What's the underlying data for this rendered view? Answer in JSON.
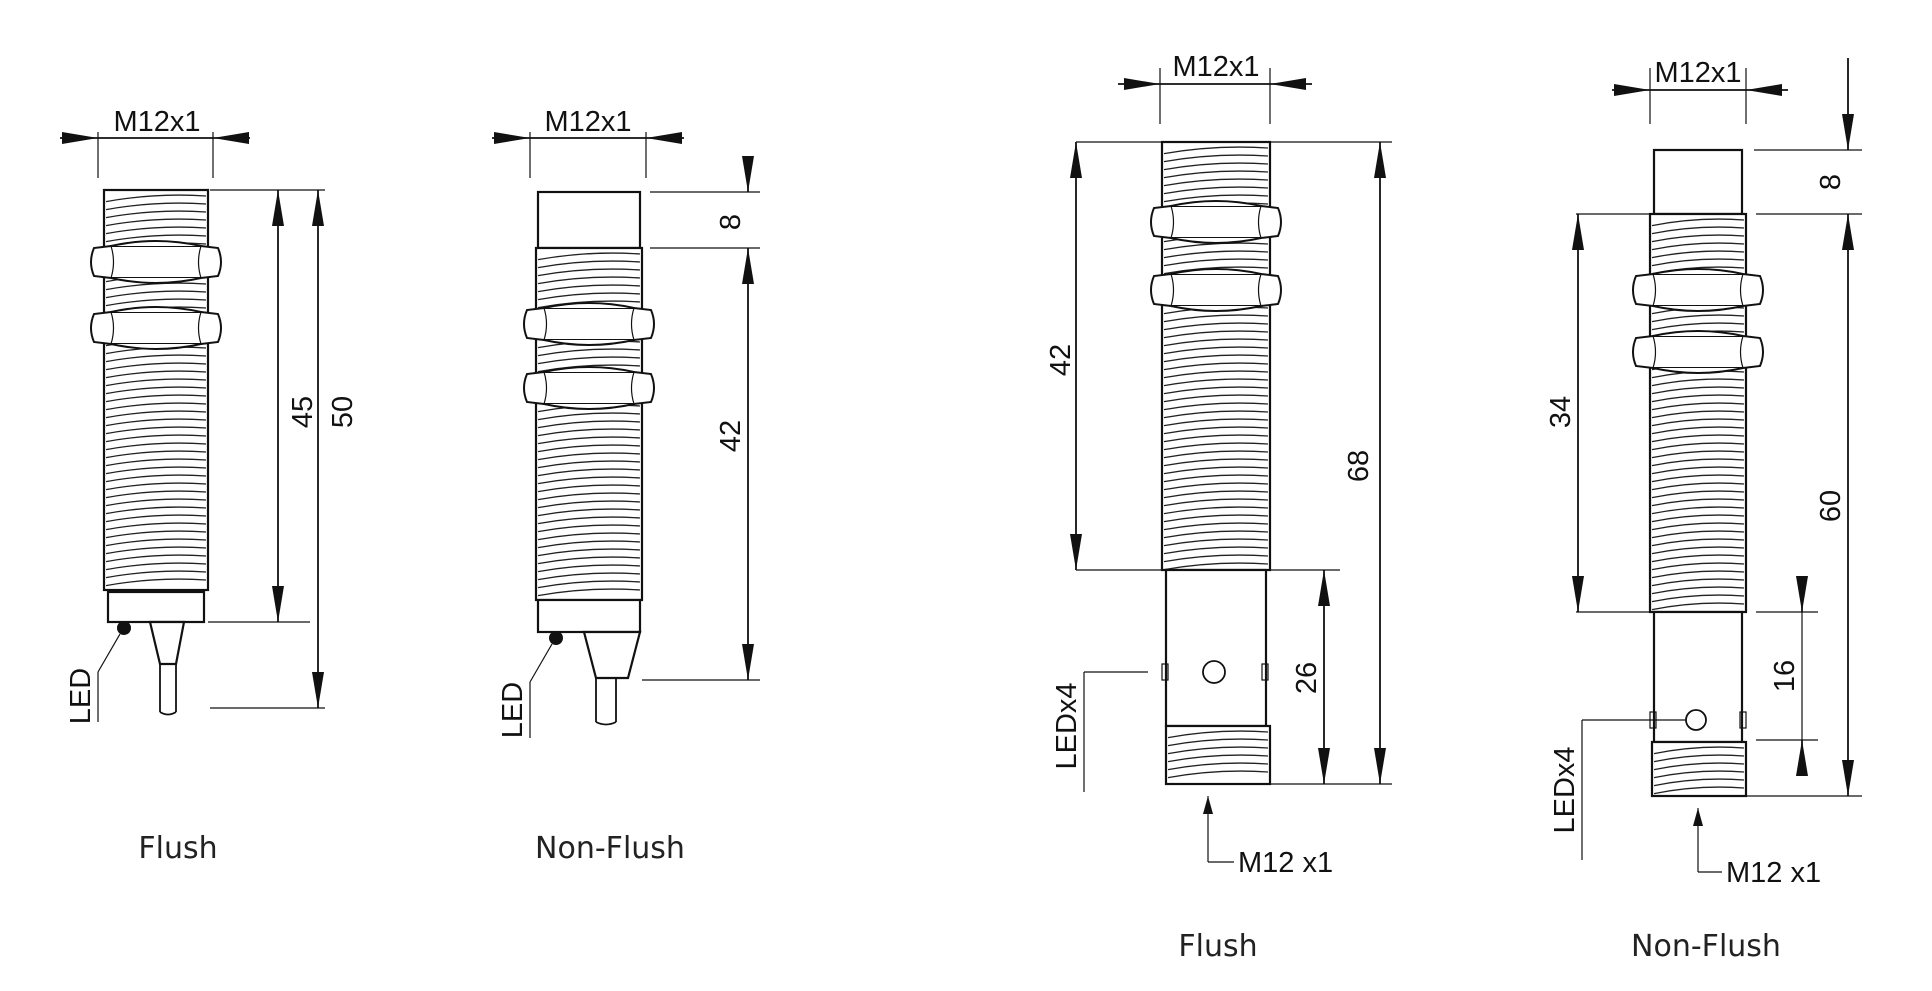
{
  "diagrams": [
    {
      "id": "cable-flush",
      "caption": "Flush",
      "thread_label": "M12x1",
      "led_label": "LED",
      "dims": [
        "45",
        "50"
      ]
    },
    {
      "id": "cable-nonflush",
      "caption": "Non-Flush",
      "thread_label": "M12x1",
      "led_label": "LED",
      "dims": [
        "8",
        "42"
      ]
    },
    {
      "id": "connector-flush",
      "caption": "Flush",
      "thread_label": "M12x1",
      "led_label": "LEDx4",
      "connector_label": "M12 x1",
      "dims": [
        "42",
        "68",
        "26"
      ]
    },
    {
      "id": "connector-nonflush",
      "caption": "Non-Flush",
      "thread_label": "M12x1",
      "led_label": "LEDx4",
      "connector_label": "M12 x1",
      "dims": [
        "8",
        "34",
        "60",
        "16"
      ]
    }
  ]
}
